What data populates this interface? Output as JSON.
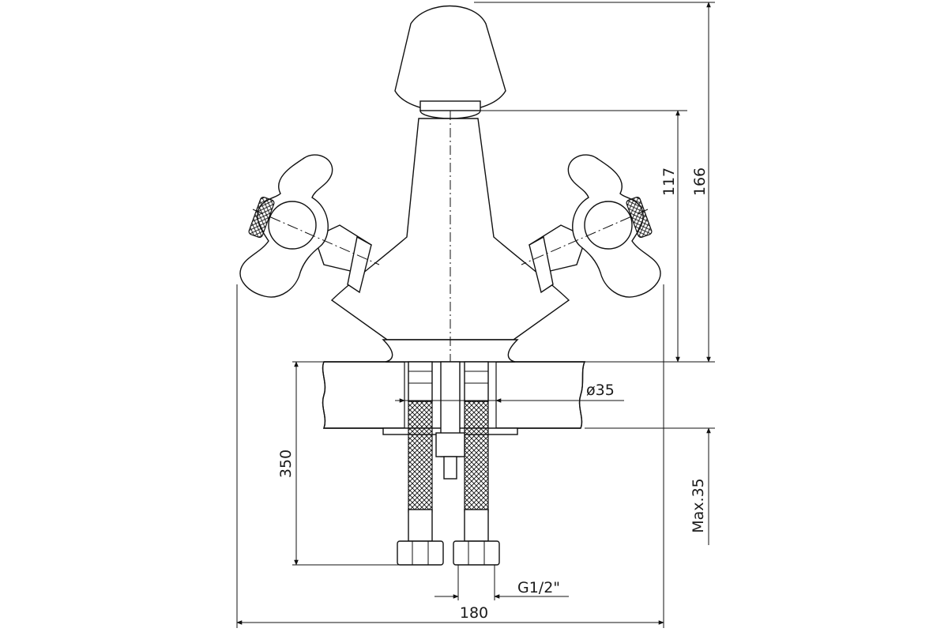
{
  "drawing": {
    "dimensions": {
      "height_to_outlet": "117",
      "total_height": "166",
      "hole_diameter": "ø35",
      "hose_length": "350",
      "max_counter_thickness": "Max.35",
      "connection_thread": "G1/2\"",
      "total_width": "180"
    },
    "colors": {
      "line": "#111111",
      "hatch": "#111111",
      "background": "#ffffff"
    }
  }
}
